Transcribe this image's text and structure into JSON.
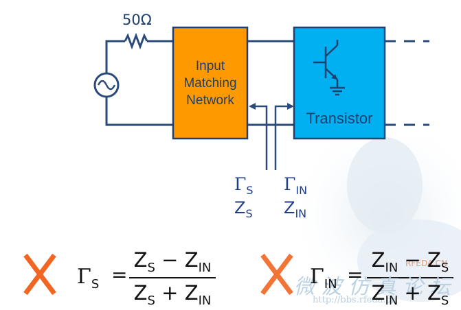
{
  "diagram": {
    "resistor_label": "50Ω",
    "matching_block": {
      "line1": "Input",
      "line2": "Matching",
      "line3": "Network",
      "fill": "#ff9900",
      "border": "#1f3f6f"
    },
    "transistor_block": {
      "label": "Transistor",
      "fill": "#00b0f0",
      "border": "#1f3f6f"
    },
    "wire_color": "#2a4a7a"
  },
  "reflection_labels": {
    "gamma_s": {
      "symbol": "Γ",
      "sub": "S"
    },
    "z_s": {
      "symbol": "Z",
      "sub": "S"
    },
    "gamma_in": {
      "symbol": "Γ",
      "sub": "IN"
    },
    "z_in": {
      "symbol": "Z",
      "sub": "IN"
    }
  },
  "equations": [
    {
      "lhs_symbol": "Γ",
      "lhs_sub": "S",
      "equals": "=",
      "num_a": "Z",
      "num_a_sub": "S",
      "num_op": "−",
      "num_b": "Z",
      "num_b_sub": "IN",
      "den_a": "Z",
      "den_a_sub": "S",
      "den_op": "+",
      "den_b": "Z",
      "den_b_sub": "IN",
      "cross_color": "#f26522"
    },
    {
      "lhs_symbol": "Γ",
      "lhs_sub": "IN",
      "equals": "=",
      "num_a": "Z",
      "num_a_sub": "IN",
      "num_op": "−",
      "num_b": "Z",
      "num_b_sub": "S",
      "den_a": "Z",
      "den_a_sub": "IN",
      "den_op": "+",
      "den_b": "Z",
      "den_b_sub": "S",
      "cross_color": "#f26522"
    }
  ],
  "watermark": {
    "line1": "微 波 仿 真 论 坛",
    "line2": "http://bbs.rfeda.cn",
    "line3": "RFEDA.CN"
  }
}
